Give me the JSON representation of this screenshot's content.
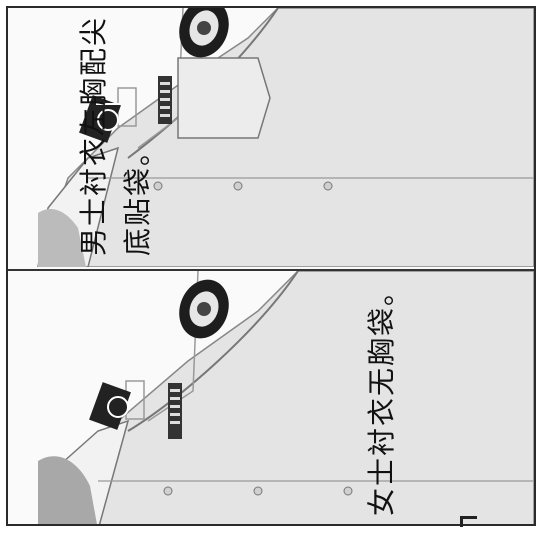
{
  "panels": [
    {
      "caption_lines": [
        "男士衬衣左胸配尖",
        "底贴袋。"
      ],
      "illustration": "mens-shirt-left-chest-pointed-patch-pocket"
    },
    {
      "caption_lines": [
        "女士衬衣无胸袋。"
      ],
      "illustration": "womens-shirt-no-chest-pocket"
    }
  ]
}
